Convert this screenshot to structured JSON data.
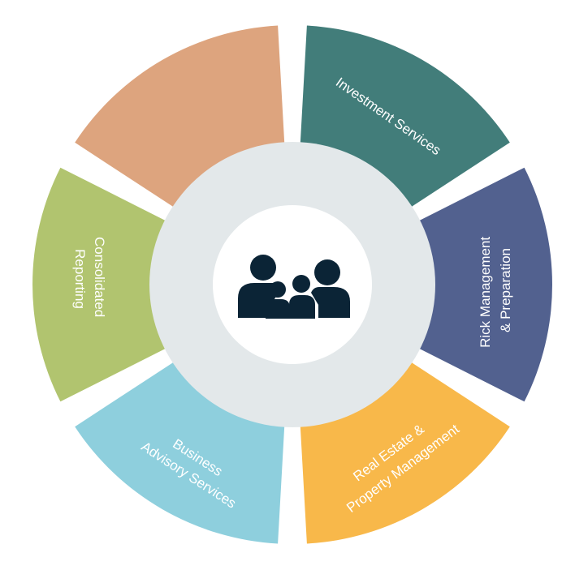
{
  "segments": [
    {
      "id": "investment-services",
      "lines": [
        "Investment Services"
      ],
      "color": "#427d7a"
    },
    {
      "id": "rick-management",
      "lines": [
        "Rick Management",
        "& Preparation"
      ],
      "color": "#52618f"
    },
    {
      "id": "real-estate",
      "lines": [
        "Real Estate &",
        "Property Management"
      ],
      "color": "#f8b84a"
    },
    {
      "id": "business-advisory",
      "lines": [
        "Business",
        "Advisory Services"
      ],
      "color": "#8ecfdd"
    },
    {
      "id": "consolidated-reporting",
      "lines": [
        "Consolidated",
        "Reporting"
      ],
      "color": "#b1c46f"
    },
    {
      "id": "unlabeled",
      "lines": [],
      "color": "#dda47e"
    }
  ],
  "ring_color": "#e3e8ea",
  "center_icon": "family-icon",
  "icon_color": "#0b2436"
}
